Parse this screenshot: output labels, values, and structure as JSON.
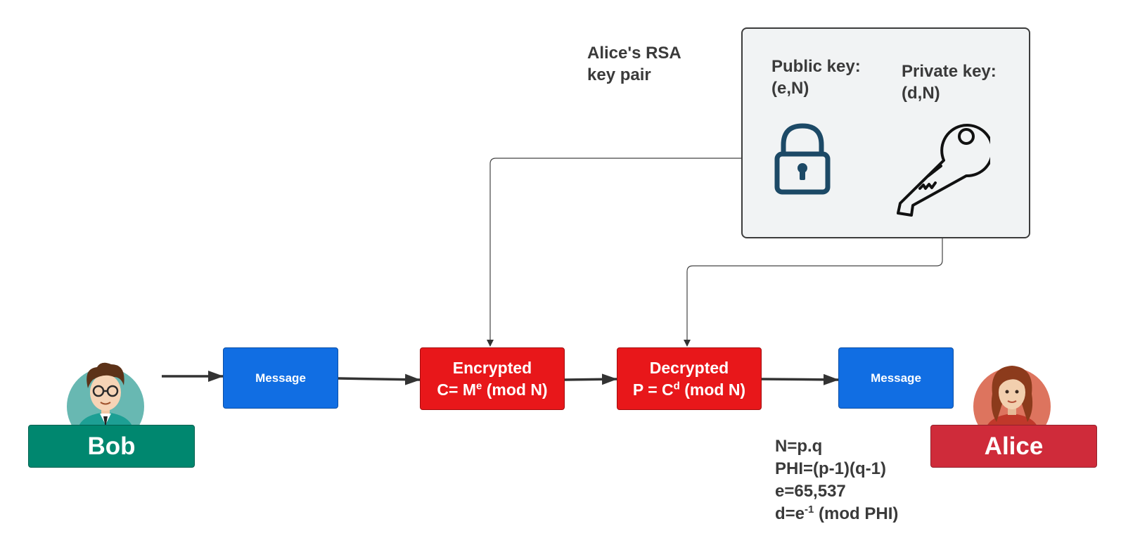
{
  "key_pair": {
    "title_line1": "Alice's RSA",
    "title_line2": "key pair",
    "public_label": "Public key:",
    "public_value": "(e,N)",
    "private_label": "Private key:",
    "private_value": "(d,N)"
  },
  "flow": {
    "message_in": "Message",
    "encrypted_title": "Encrypted",
    "encrypted_formula_prefix": "C= M",
    "encrypted_formula_sup": "e",
    "encrypted_formula_suffix": " (mod N)",
    "decrypted_title": "Decrypted",
    "decrypted_formula_prefix": "P = C",
    "decrypted_formula_sup": "d",
    "decrypted_formula_suffix": " (mod N)",
    "message_out": "Message"
  },
  "people": {
    "sender": "Bob",
    "receiver": "Alice"
  },
  "formulas": {
    "line1": "N=p.q",
    "line2": "PHI=(p-1)(q-1)",
    "line3": "e=65,537",
    "line4_prefix": "d=e",
    "line4_sup": "-1",
    "line4_suffix": " (mod PHI)"
  },
  "colors": {
    "message_blue": "#116ee3",
    "crypto_red": "#e8171a",
    "bob_green": "#00876f",
    "alice_red": "#cf2b3a",
    "keybox_bg": "#f1f3f4",
    "icon_navy": "#1c4966"
  }
}
